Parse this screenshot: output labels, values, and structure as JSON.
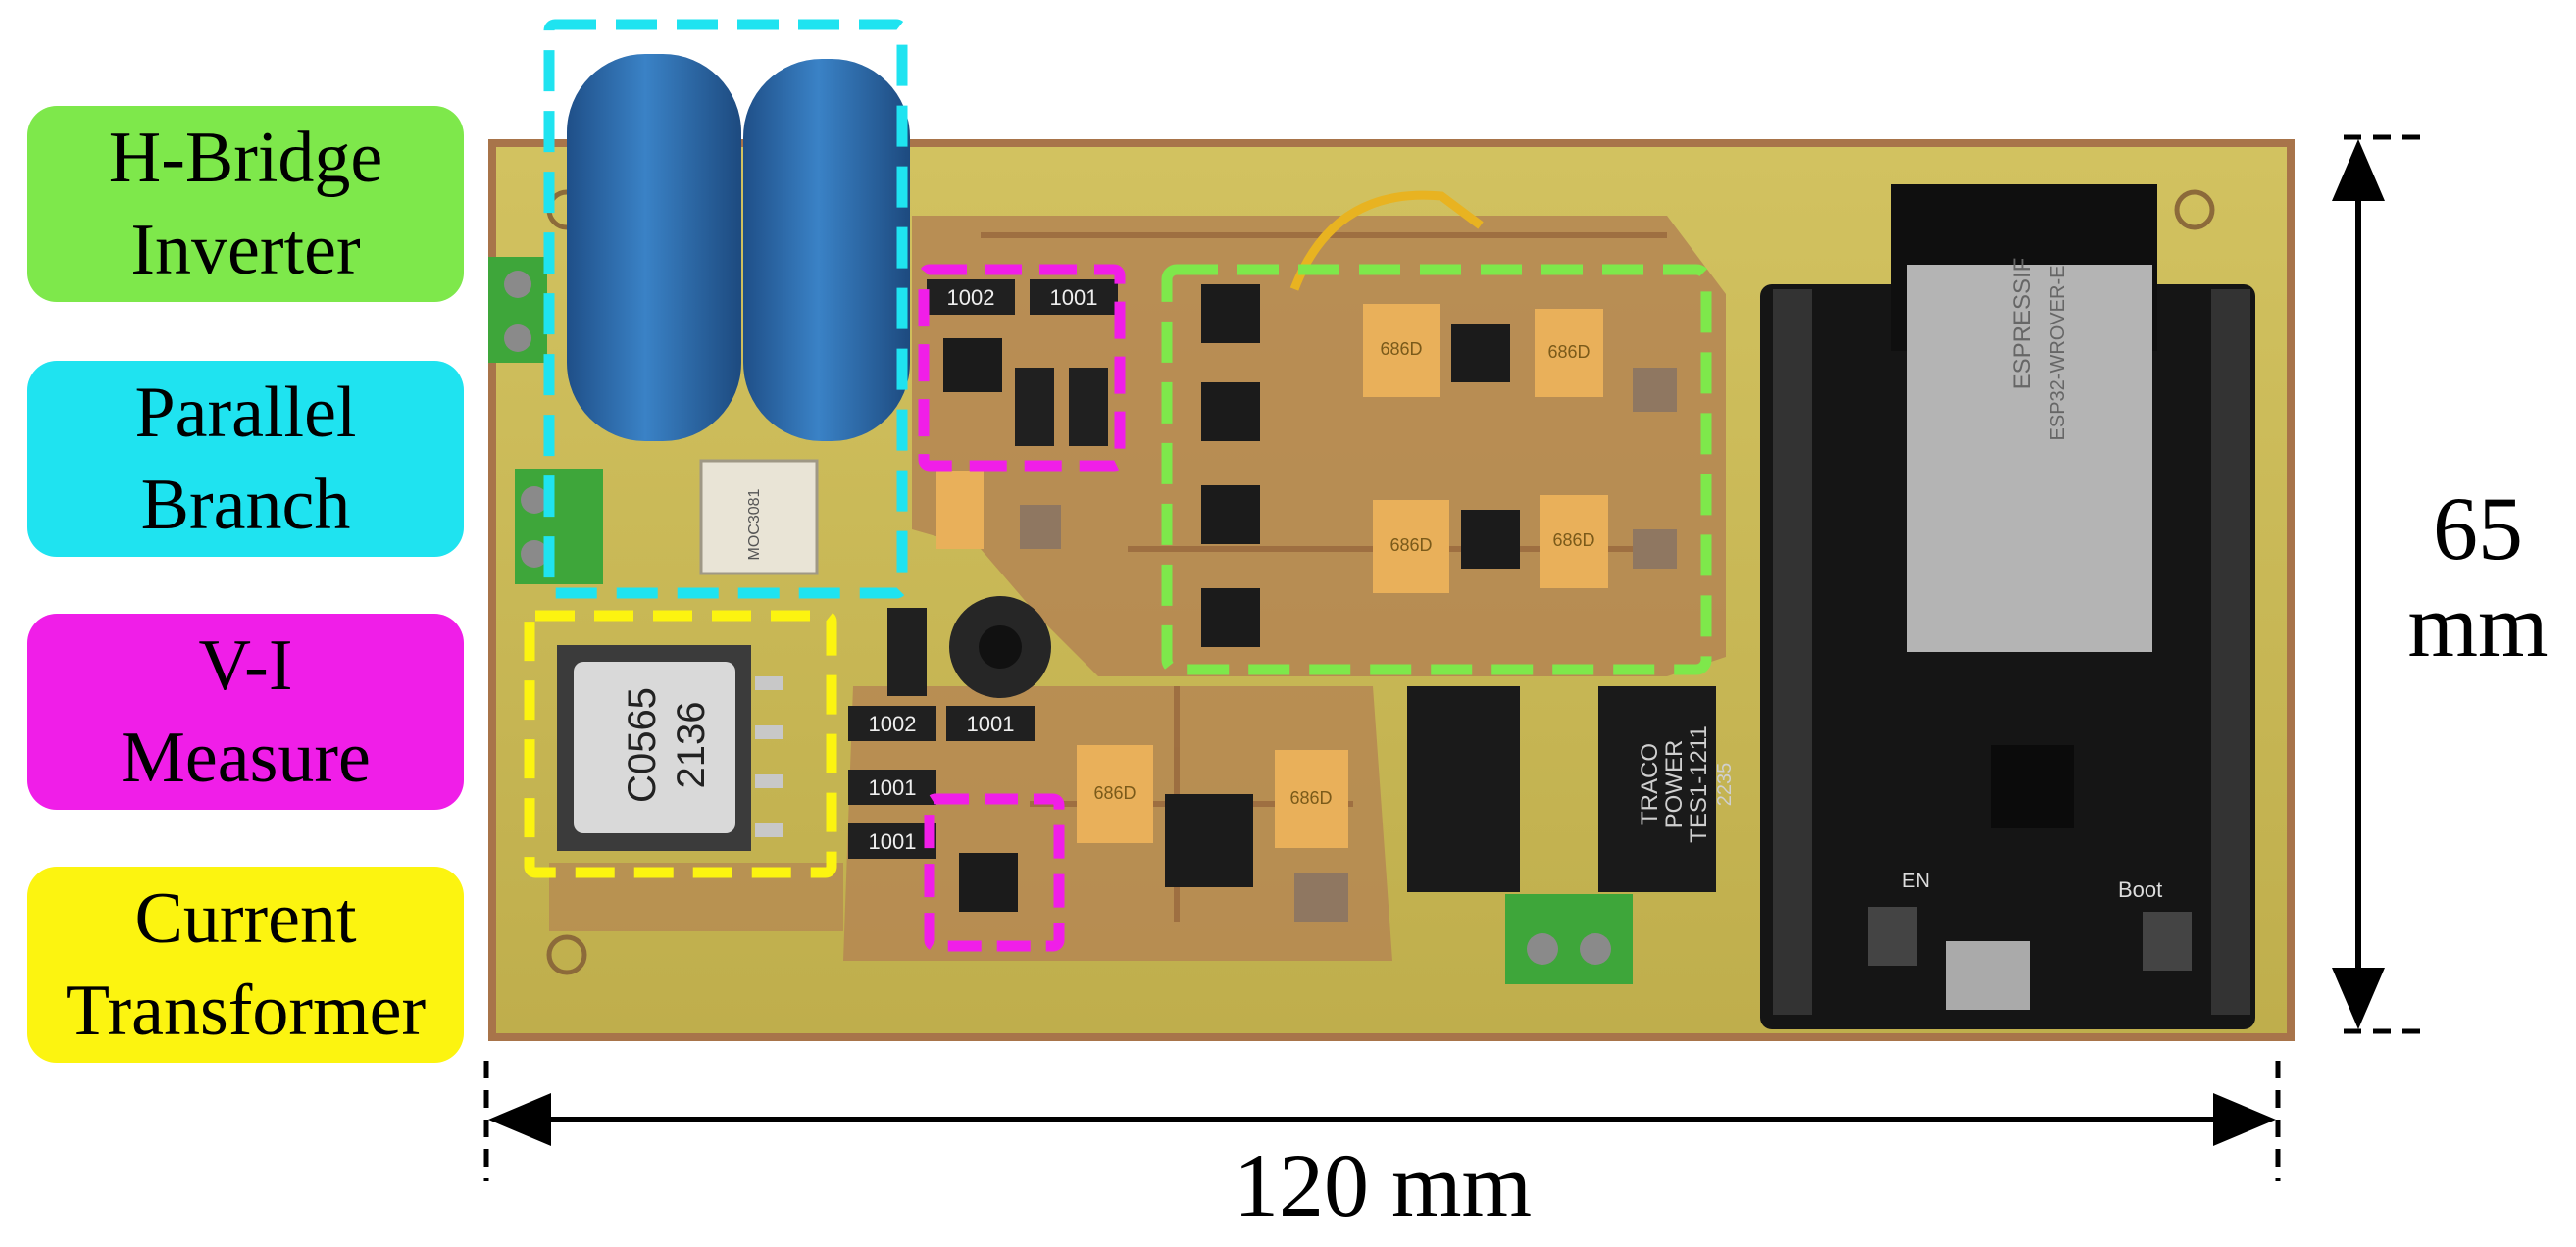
{
  "legend": [
    {
      "line1": "H-Bridge",
      "line2": "Inverter",
      "color": "#7ee84b"
    },
    {
      "line1": "Parallel",
      "line2": "Branch",
      "color": "#1fe3f0"
    },
    {
      "line1": "V-I",
      "line2": "Measure",
      "color": "#f01ee8"
    },
    {
      "line1": "Current",
      "line2": "Transformer",
      "color": "#fcf410"
    }
  ],
  "dimensions": {
    "height_value": "65",
    "height_unit": "mm",
    "width_label": "120 mm"
  },
  "board_markings": {
    "resistor_1002": "1002",
    "resistor_1001": "1001",
    "transformer_line1": "C0565",
    "transformer_line2": "2136",
    "optocoupler": "MOC3081",
    "cap_code": "686D",
    "traco_line1": "TRACO",
    "traco_line2": "POWER",
    "traco_line3": "TES1-1211",
    "traco_line4": "2235",
    "module_brand": "ESPRESSIF",
    "module_model": "ESP32-WROVER-E",
    "boot_label": "Boot",
    "en_label": "EN"
  },
  "colors": {
    "board": "#c9b957",
    "copper": "#b07a4a",
    "devboard": "#151515",
    "capacitor_blue": "#2e6fb0"
  }
}
